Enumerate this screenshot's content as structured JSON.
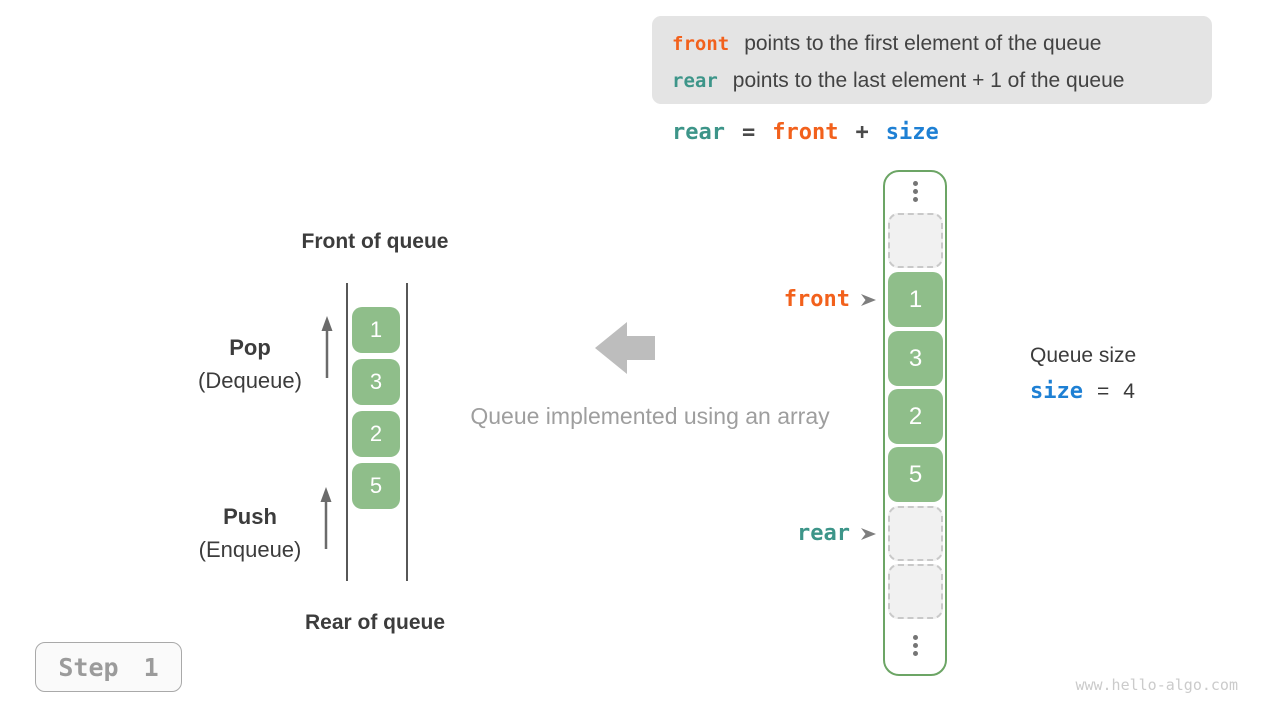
{
  "info_box": {
    "lines": [
      {
        "keyword": "front",
        "text": "points to the first element of the queue"
      },
      {
        "keyword": "rear",
        "text": "points to the last element + 1 of the queue"
      }
    ]
  },
  "formula": {
    "tokens": [
      {
        "text": "rear",
        "role": "rear"
      },
      {
        "text": "=",
        "role": "operator"
      },
      {
        "text": "front",
        "role": "front"
      },
      {
        "text": "+",
        "role": "operator"
      },
      {
        "text": "size",
        "role": "size"
      }
    ]
  },
  "left_queue": {
    "front_label": "Front of queue",
    "rear_label": "Rear of queue",
    "pop": {
      "title": "Pop",
      "subtitle": "(Dequeue)"
    },
    "push": {
      "title": "Push",
      "subtitle": "(Enqueue)"
    },
    "values": [
      "1",
      "3",
      "2",
      "5"
    ]
  },
  "center": {
    "caption": "Queue implemented using an array"
  },
  "array_view": {
    "front_pointer": "front",
    "rear_pointer": "rear",
    "cells": [
      {
        "kind": "dots"
      },
      {
        "kind": "empty"
      },
      {
        "kind": "value",
        "value": "1"
      },
      {
        "kind": "value",
        "value": "3"
      },
      {
        "kind": "value",
        "value": "2"
      },
      {
        "kind": "value",
        "value": "5"
      },
      {
        "kind": "empty"
      },
      {
        "kind": "empty"
      },
      {
        "kind": "dots"
      }
    ]
  },
  "size_panel": {
    "title": "Queue size",
    "keyword": "size",
    "equals": "=",
    "value": "4"
  },
  "step_badge": {
    "label": "Step 1"
  },
  "watermark": "www.hello-algo.com",
  "colors": {
    "front_accent": "#f2611c",
    "rear_accent": "#3d9589",
    "size_accent": "#1e80d4",
    "cell_green": "#8fbe8a",
    "array_border_green": "#6ca565",
    "info_box_bg": "#e4e4e4",
    "muted_gray": "#9e9e9e"
  }
}
